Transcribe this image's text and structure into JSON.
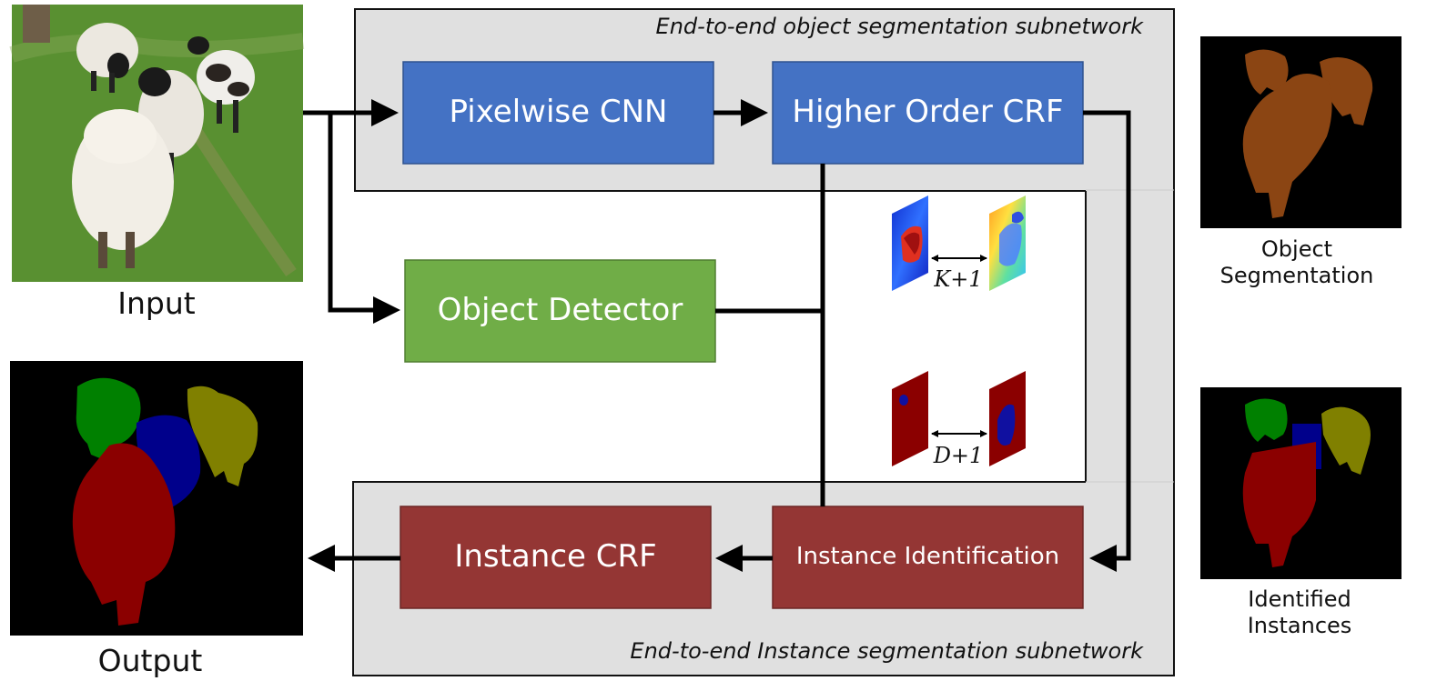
{
  "subnetworks": {
    "object_segmentation": "End-to-end object segmentation subnetwork",
    "instance_segmentation": "End-to-end Instance segmentation subnetwork"
  },
  "blocks": {
    "pixelwise_cnn": "Pixelwise CNN",
    "higher_order_crf": "Higher Order CRF",
    "object_detector": "Object Detector",
    "instance_crf": "Instance CRF",
    "instance_identification": "Instance Identification"
  },
  "captions": {
    "input": "Input",
    "output": "Output",
    "object_segmentation_line1": "Object",
    "object_segmentation_line2": "Segmentation",
    "identified_instances_line1": "Identified",
    "identified_instances_line2": "Instances"
  },
  "labels": {
    "k_plus_one": "K+1",
    "d_plus_one": "D+1"
  },
  "colors": {
    "cnn_blue": "#4472c4",
    "detector_green": "#70ad47",
    "instance_red": "#943634",
    "subnet_gray": "#e0e0e0",
    "seg_brown": "#8b4513",
    "inst_green": "#008000",
    "inst_blue": "#00008b",
    "inst_olive": "#808000",
    "inst_red": "#8b0000"
  }
}
